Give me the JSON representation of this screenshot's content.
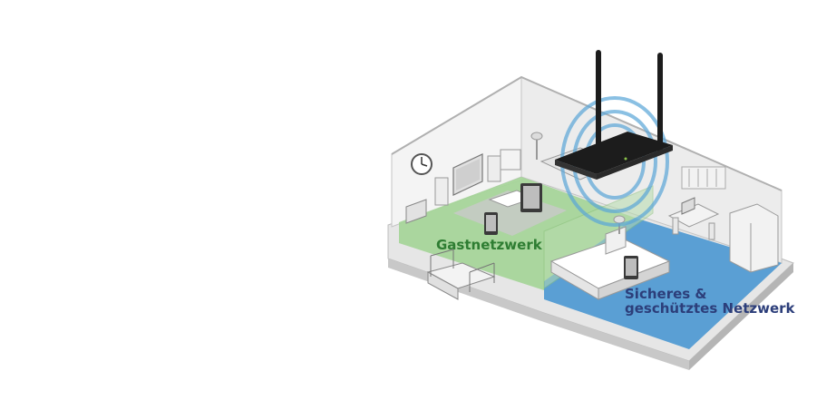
{
  "labels": {
    "guest_network": "Gastnetzwerk",
    "secure_network_line1": "Sicheres &",
    "secure_network_line2": "geschütztes Netzwerk"
  },
  "colors": {
    "guest_zone": "#a7d59a",
    "secure_zone": "#5a9fd4",
    "guest_text": "#2e7d32",
    "secure_text": "#2c3e7a",
    "wifi_rings": "#5aa6d8",
    "router": "#1c1c1c",
    "wall_light": "#f2f2f2",
    "wall_mid": "#d9d9d9",
    "wall_dark": "#bdbdbd"
  },
  "icons": [
    "router-icon",
    "wifi-signal-icon",
    "clock-icon",
    "tv-icon",
    "smartphone-icon",
    "tablet-icon",
    "laptop-icon",
    "bed-icon",
    "lamp-icon",
    "wardrobe-icon",
    "stairs-icon"
  ]
}
